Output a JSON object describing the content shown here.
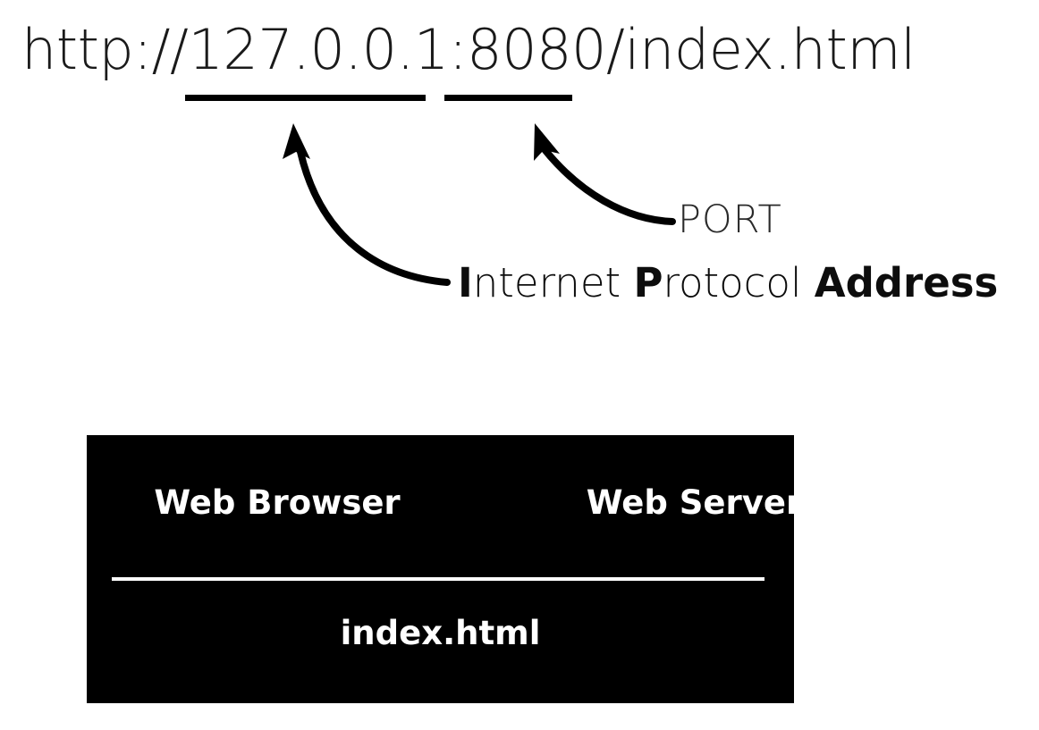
{
  "url": {
    "full": "http://127.0.0.1:8080/index.html",
    "scheme": "http://",
    "ip": "127.0.0.1",
    "colon": ":",
    "port": "8080",
    "path": "/index.html"
  },
  "annotations": {
    "port_label": "PORT",
    "ip_label": {
      "bold_i": "I",
      "thin_nternet": "nternet ",
      "bold_p": "P",
      "thin_rotocol": "rotocol ",
      "bold_address": "Address"
    }
  },
  "diagram": {
    "browser_label": "Web Browser",
    "server_label": "Web Server",
    "file_label": "index.html"
  },
  "colors": {
    "background": "#ffffff",
    "ink": "#0d0d0d",
    "box_fill": "#000000",
    "box_text": "#ffffff",
    "port_text": "#2a2a2a"
  }
}
